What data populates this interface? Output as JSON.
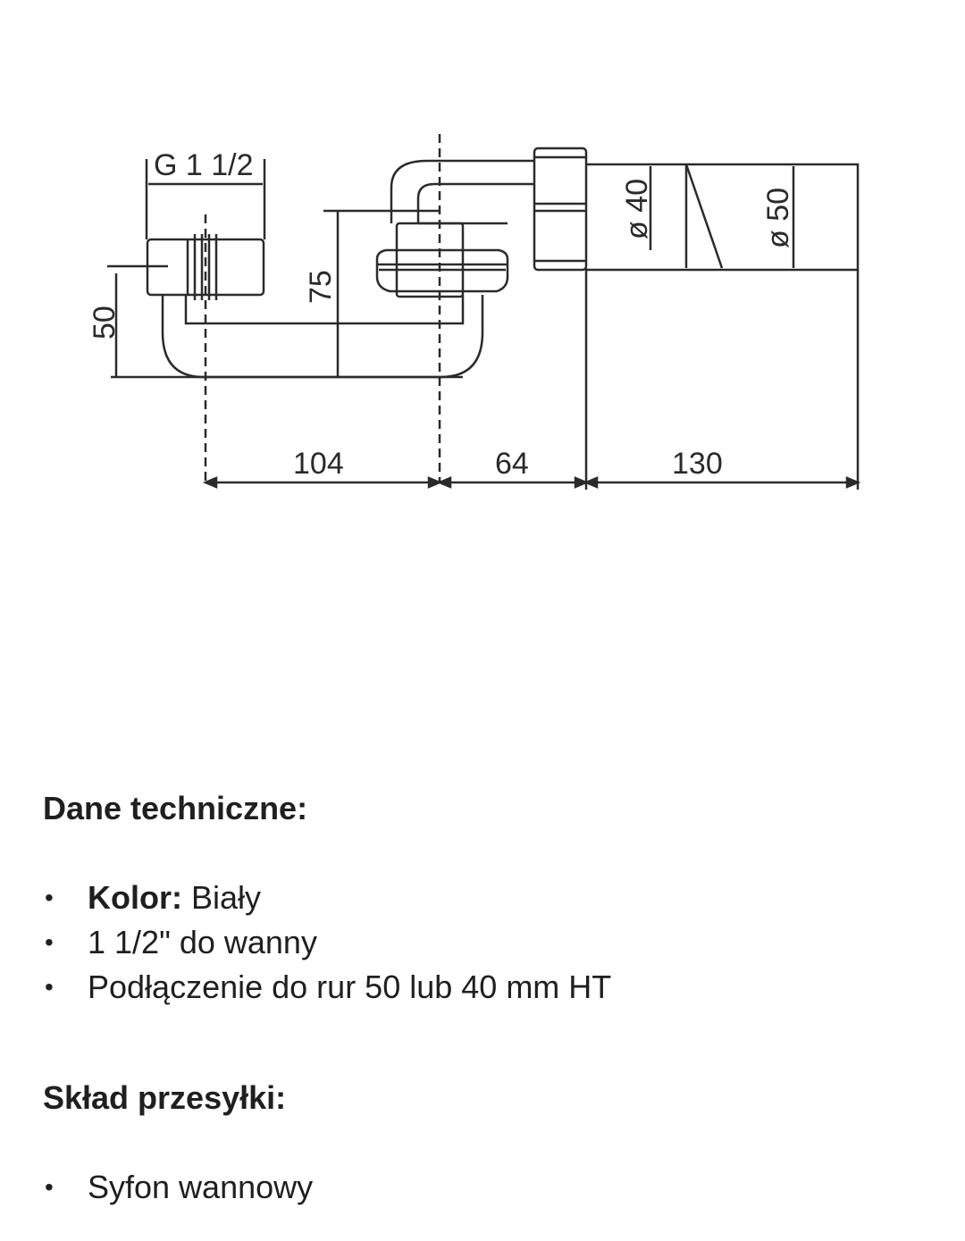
{
  "diagram": {
    "dimensions": {
      "thread": "G 1 1/2",
      "height_50": "50",
      "height_75": "75",
      "dia_40": "ø 40",
      "dia_50": "ø 50",
      "len_104": "104",
      "len_64": "64",
      "len_130": "130"
    }
  },
  "tech": {
    "heading": "Dane techniczne:",
    "items": [
      {
        "key": "Kolor:",
        "value": " Biały"
      },
      {
        "value": "1 1/2\" do wanny"
      },
      {
        "value": "Podłączenie do rur 50 lub 40 mm HT"
      }
    ]
  },
  "package": {
    "heading": "Skład przesyłki:",
    "items": [
      {
        "value": "Syfon wannowy"
      }
    ]
  },
  "bullet_char": "•"
}
